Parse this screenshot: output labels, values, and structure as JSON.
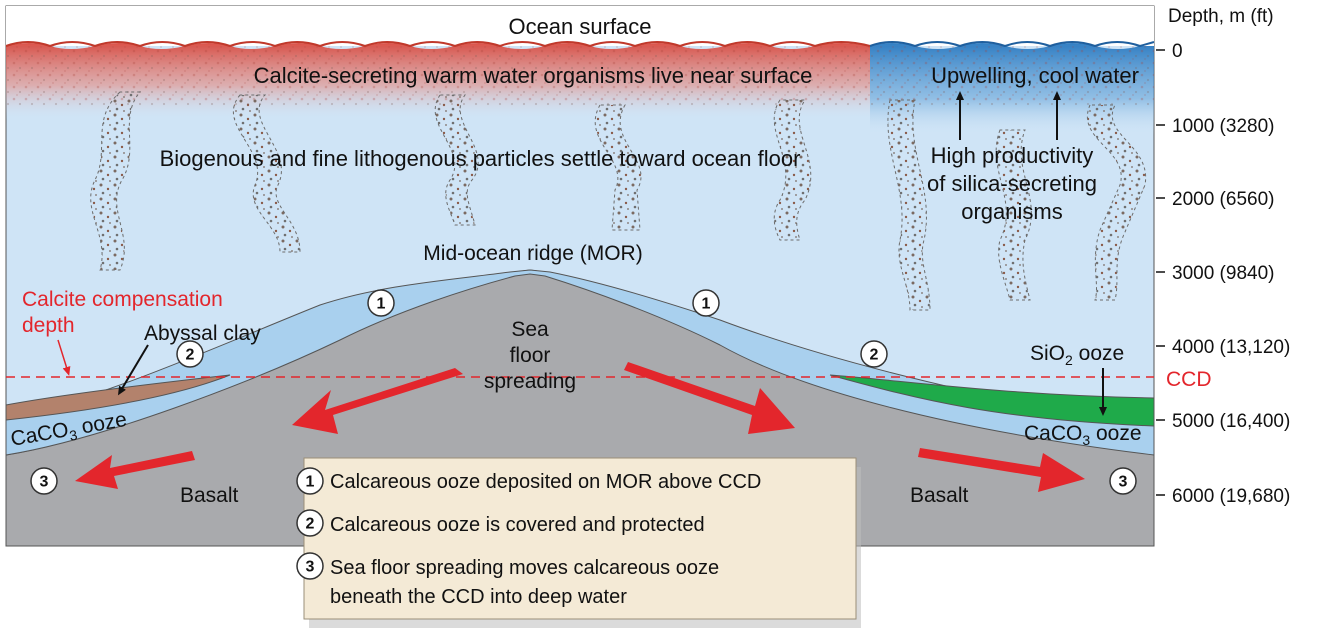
{
  "labels": {
    "ocean_surface": "Ocean surface",
    "warm_water": "Calcite-secreting warm water organisms live near surface",
    "upwelling": "Upwelling, cool water",
    "settle": "Biogenous and fine lithogenous particles settle toward ocean floor",
    "high_productivity": [
      "High productivity",
      "of silica-secreting",
      "organisms"
    ],
    "mor": "Mid-ocean ridge (MOR)",
    "sea_floor_spreading": [
      "Sea",
      "floor",
      "spreading"
    ],
    "ccd_term": [
      "Calcite compensation",
      "depth"
    ],
    "ccd": "CCD",
    "abyssal_clay": "Abyssal clay",
    "caco3_left": "CaCO",
    "caco3_right": "CaCO",
    "ooze": " ooze",
    "sio2": "SiO",
    "basalt_left": "Basalt",
    "basalt_right": "Basalt",
    "sub3": "3",
    "sub2": "2"
  },
  "depth_axis": {
    "title": "Depth, m (ft)",
    "ticks": [
      "0",
      "1000 (3280)",
      "2000 (6560)",
      "3000 (9840)",
      "4000 (13,120)",
      "5000 (16,400)",
      "6000 (19,680)"
    ]
  },
  "badges": {
    "one": "1",
    "two": "2",
    "three": "3"
  },
  "legend": [
    {
      "num": "1",
      "text": "Calcareous ooze deposited on MOR above CCD"
    },
    {
      "num": "2",
      "text": "Calcareous ooze is covered and protected"
    },
    {
      "num": "3",
      "lines": [
        "Sea floor spreading moves calcareous ooze",
        "beneath the CCD into deep water"
      ]
    }
  ],
  "colors": {
    "water": "#cfe4f6",
    "warm": "#d9524a",
    "cool": "#2f83c7",
    "rock": "#a9aaad",
    "ooze": "#a9d0ee",
    "clay": "#b3826c",
    "silica": "#1faa4a",
    "arrow": "#e3262c",
    "legend_bg": "#f4ead6"
  }
}
